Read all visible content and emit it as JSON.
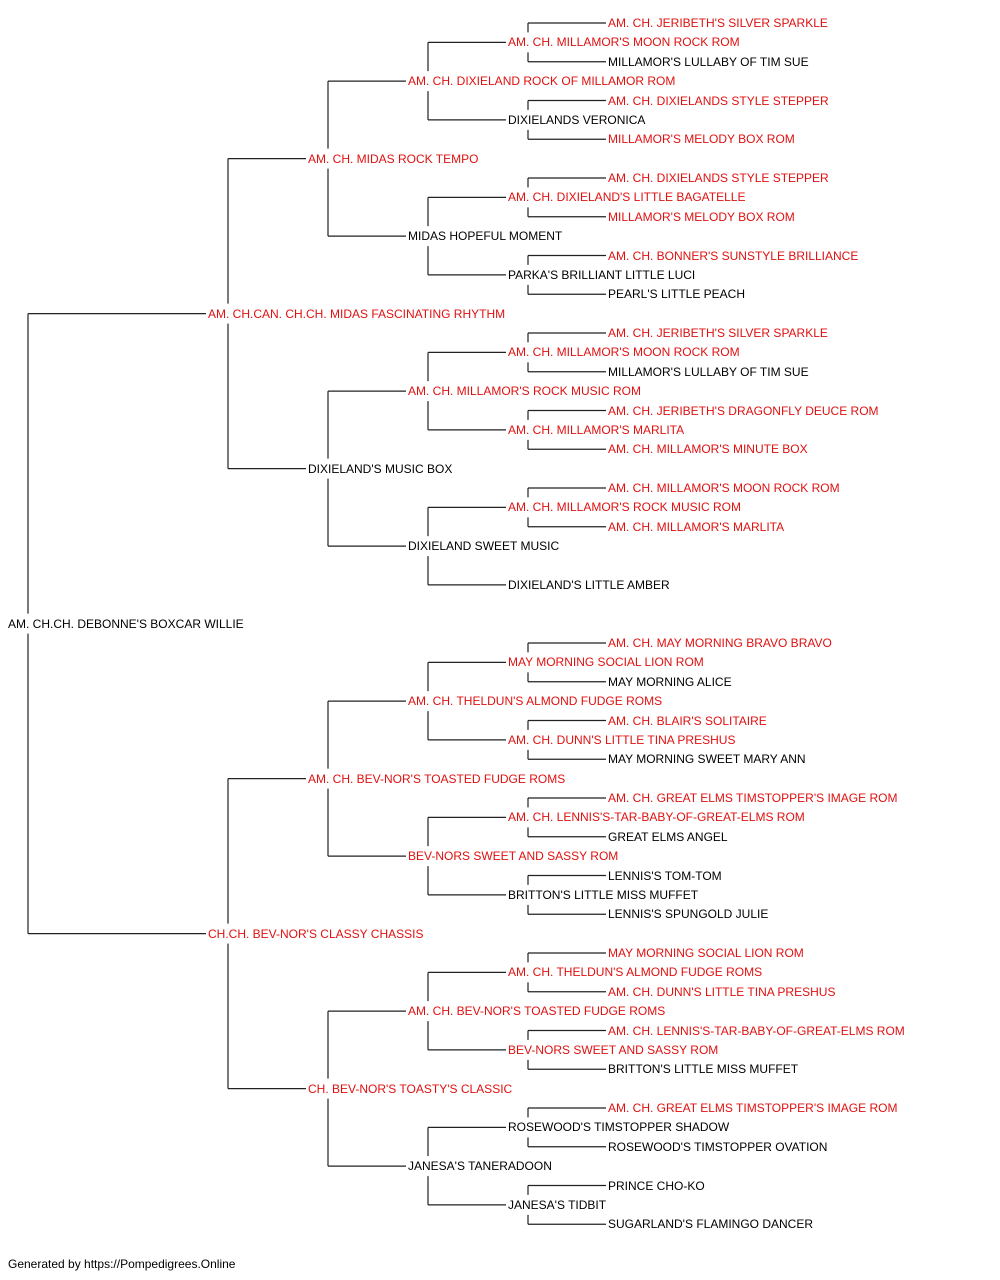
{
  "colors": {
    "line": "#222222",
    "champion_text": "#e01010",
    "normal_text": "#000000"
  },
  "pedigree": {
    "name": "AM. CH.CH. DEBONNE'S BOXCAR WILLIE",
    "sire": {
      "name": "AM. CH.CAN. CH.CH. MIDAS FASCINATING RHYTHM",
      "champ": true,
      "sire": {
        "name": "AM. CH. MIDAS ROCK TEMPO",
        "champ": true,
        "sire": {
          "name": "AM. CH. DIXIELAND ROCK OF MILLAMOR ROM",
          "champ": true,
          "sire": {
            "name": "AM. CH. MILLAMOR'S MOON ROCK ROM",
            "champ": true,
            "sire": {
              "name": "AM. CH. JERIBETH'S SILVER SPARKLE",
              "champ": true
            },
            "dam": {
              "name": "MILLAMOR'S LULLABY OF TIM SUE",
              "champ": false
            }
          },
          "dam": {
            "name": "DIXIELANDS VERONICA",
            "champ": false,
            "sire": {
              "name": "AM. CH. DIXIELANDS STYLE STEPPER",
              "champ": true
            },
            "dam": {
              "name": "MILLAMOR'S MELODY BOX ROM",
              "champ": true
            }
          }
        },
        "dam": {
          "name": "MIDAS HOPEFUL MOMENT",
          "champ": false,
          "sire": {
            "name": "AM. CH. DIXIELAND'S LITTLE BAGATELLE",
            "champ": true,
            "sire": {
              "name": "AM. CH. DIXIELANDS STYLE STEPPER",
              "champ": true
            },
            "dam": {
              "name": "MILLAMOR'S MELODY BOX ROM",
              "champ": true
            }
          },
          "dam": {
            "name": "PARKA'S BRILLIANT LITTLE LUCI",
            "champ": false,
            "sire": {
              "name": "AM. CH. BONNER'S SUNSTYLE BRILLIANCE",
              "champ": true
            },
            "dam": {
              "name": "PEARL'S LITTLE PEACH",
              "champ": false
            }
          }
        }
      },
      "dam": {
        "name": "DIXIELAND'S MUSIC BOX",
        "champ": false,
        "sire": {
          "name": "AM. CH. MILLAMOR'S ROCK MUSIC ROM",
          "champ": true,
          "sire": {
            "name": "AM. CH. MILLAMOR'S MOON ROCK ROM",
            "champ": true,
            "sire": {
              "name": "AM. CH. JERIBETH'S SILVER SPARKLE",
              "champ": true
            },
            "dam": {
              "name": "MILLAMOR'S LULLABY OF TIM SUE",
              "champ": false
            }
          },
          "dam": {
            "name": "AM. CH. MILLAMOR'S MARLITA",
            "champ": true,
            "sire": {
              "name": "AM. CH. JERIBETH'S DRAGONFLY DEUCE ROM",
              "champ": true
            },
            "dam": {
              "name": "AM. CH. MILLAMOR'S MINUTE BOX",
              "champ": true
            }
          }
        },
        "dam": {
          "name": "DIXIELAND SWEET MUSIC",
          "champ": false,
          "sire": {
            "name": "AM. CH. MILLAMOR'S ROCK MUSIC ROM",
            "champ": true,
            "sire": {
              "name": "AM. CH. MILLAMOR'S MOON ROCK ROM",
              "champ": true
            },
            "dam": {
              "name": "AM. CH. MILLAMOR'S MARLITA",
              "champ": true
            }
          },
          "dam": {
            "name": "DIXIELAND'S LITTLE AMBER",
            "champ": false
          }
        }
      }
    },
    "dam": {
      "name": "CH.CH. BEV-NOR'S CLASSY CHASSIS",
      "champ": true,
      "sire": {
        "name": "AM. CH. BEV-NOR'S TOASTED FUDGE ROMS",
        "champ": true,
        "sire": {
          "name": "AM. CH. THELDUN'S ALMOND FUDGE ROMS",
          "champ": true,
          "sire": {
            "name": "MAY MORNING SOCIAL LION ROM",
            "champ": true,
            "sire": {
              "name": "AM. CH. MAY MORNING BRAVO BRAVO",
              "champ": true
            },
            "dam": {
              "name": "MAY MORNING ALICE",
              "champ": false
            }
          },
          "dam": {
            "name": "AM. CH. DUNN'S LITTLE TINA PRESHUS",
            "champ": true,
            "sire": {
              "name": "AM. CH. BLAIR'S SOLITAIRE",
              "champ": true
            },
            "dam": {
              "name": "MAY MORNING SWEET MARY ANN",
              "champ": false
            }
          }
        },
        "dam": {
          "name": "BEV-NORS SWEET AND SASSY ROM",
          "champ": true,
          "sire": {
            "name": "AM. CH. LENNIS'S-TAR-BABY-OF-GREAT-ELMS ROM",
            "champ": true,
            "sire": {
              "name": "AM. CH. GREAT ELMS TIMSTOPPER'S IMAGE ROM",
              "champ": true
            },
            "dam": {
              "name": "GREAT ELMS ANGEL",
              "champ": false
            }
          },
          "dam": {
            "name": "BRITTON'S LITTLE MISS MUFFET",
            "champ": false,
            "sire": {
              "name": "LENNIS'S TOM-TOM",
              "champ": false
            },
            "dam": {
              "name": "LENNIS'S SPUNGOLD JULIE",
              "champ": false
            }
          }
        }
      },
      "dam": {
        "name": "CH. BEV-NOR'S TOASTY'S CLASSIC",
        "champ": true,
        "sire": {
          "name": "AM. CH. BEV-NOR'S TOASTED FUDGE ROMS",
          "champ": true,
          "sire": {
            "name": "AM. CH. THELDUN'S ALMOND FUDGE ROMS",
            "champ": true,
            "sire": {
              "name": "MAY MORNING SOCIAL LION ROM",
              "champ": true
            },
            "dam": {
              "name": "AM. CH. DUNN'S LITTLE TINA PRESHUS",
              "champ": true
            }
          },
          "dam": {
            "name": "BEV-NORS SWEET AND SASSY ROM",
            "champ": true,
            "sire": {
              "name": "AM. CH. LENNIS'S-TAR-BABY-OF-GREAT-ELMS ROM",
              "champ": true
            },
            "dam": {
              "name": "BRITTON'S LITTLE MISS MUFFET",
              "champ": false
            }
          }
        },
        "dam": {
          "name": "JANESA'S TANERADOON",
          "champ": false,
          "sire": {
            "name": "ROSEWOOD'S TIMSTOPPER SHADOW",
            "champ": false,
            "sire": {
              "name": "AM. CH. GREAT ELMS TIMSTOPPER'S IMAGE ROM",
              "champ": true
            },
            "dam": {
              "name": "ROSEWOOD'S TIMSTOPPER OVATION",
              "champ": false
            }
          },
          "dam": {
            "name": "JANESA'S TIDBIT",
            "champ": false,
            "sire": {
              "name": "PRINCE CHO-KO",
              "champ": false
            },
            "dam": {
              "name": "SUGARLAND'S FLAMINGO DANCER",
              "champ": false
            }
          }
        }
      }
    }
  },
  "footer": {
    "text": "Generated by https://Pompedigrees.Online"
  }
}
